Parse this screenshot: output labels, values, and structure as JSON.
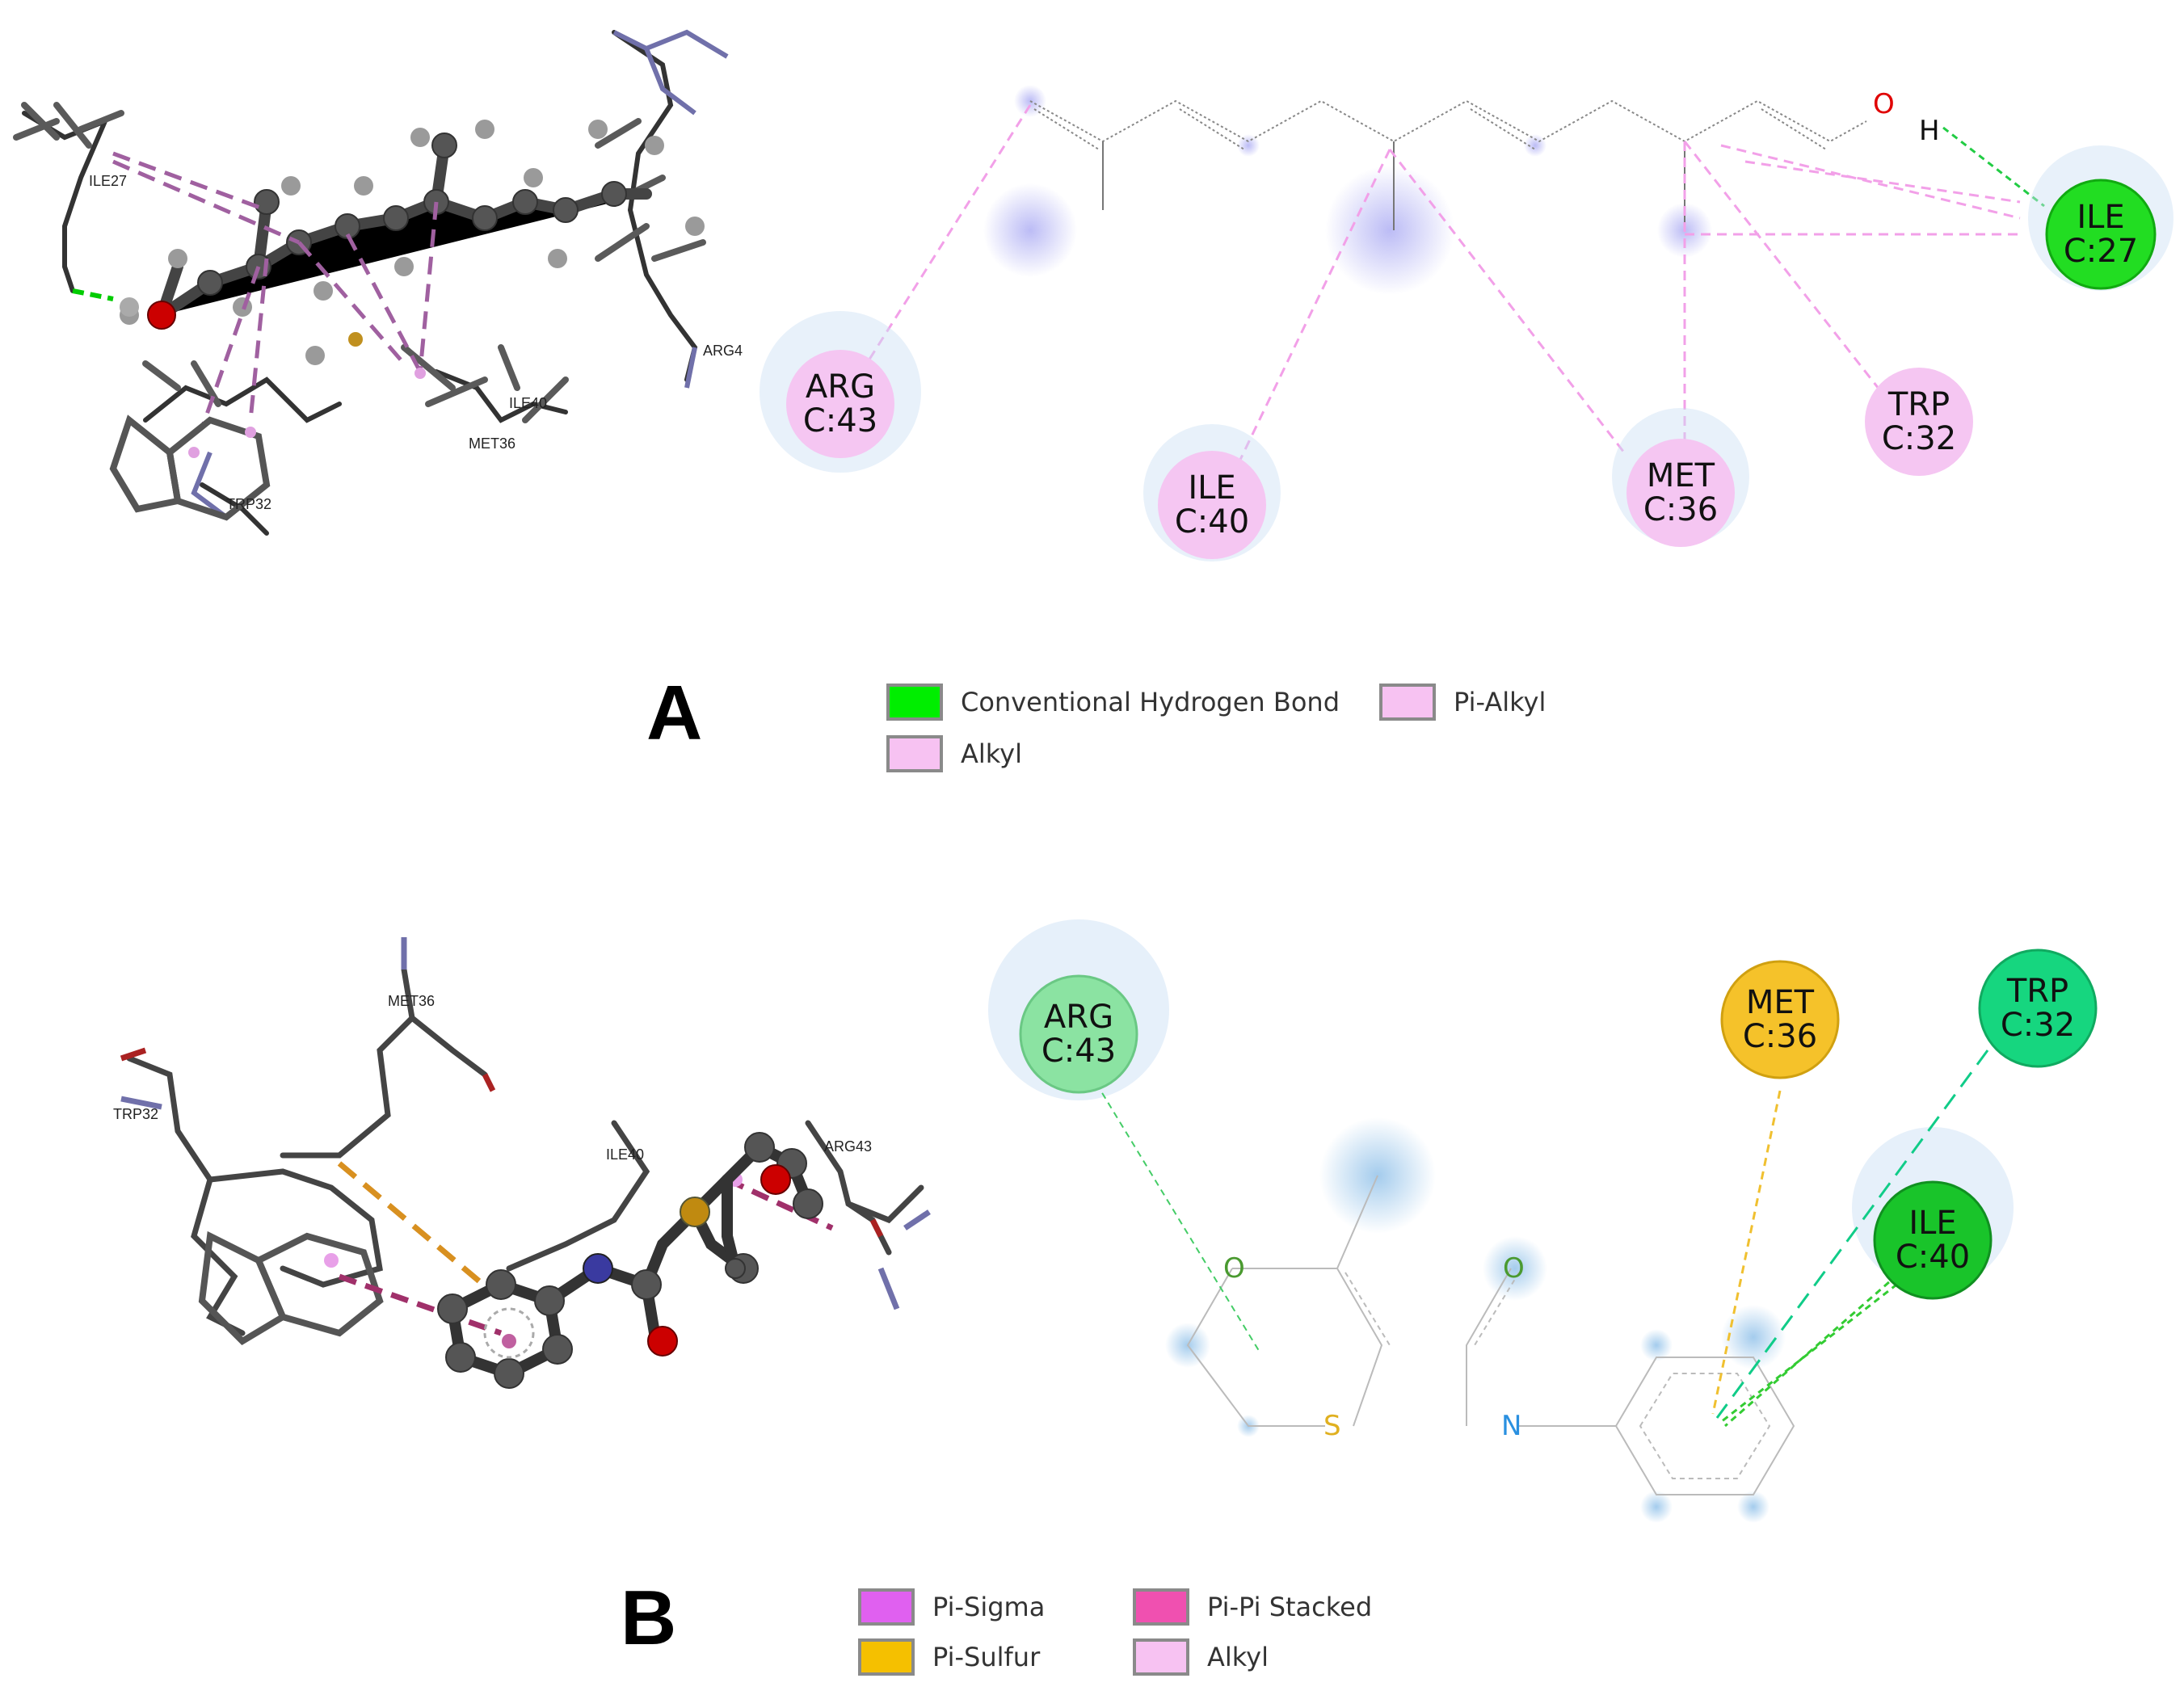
{
  "panel_a": {
    "letter": "A",
    "residues": [
      {
        "id": "ARG",
        "num": "C:43",
        "color": "#f5c6f2"
      },
      {
        "id": "ILE",
        "num": "C:40",
        "color": "#f5c6f2"
      },
      {
        "id": "MET",
        "num": "C:36",
        "color": "#f5c6f2"
      },
      {
        "id": "TRP",
        "num": "C:32",
        "color": "#f5c6f2"
      },
      {
        "id": "ILE",
        "num": "C:27",
        "color": "#22dd22"
      }
    ],
    "atoms": {
      "oxygen": "O",
      "hydrogen": "H"
    },
    "labels_3d": {
      "ile27": "ILE27",
      "arg4": "ARG4",
      "ile40": "ILE40",
      "met36": "MET36",
      "trp32": "TRP32"
    },
    "legend": [
      {
        "label": "Conventional Hydrogen Bond",
        "color": "#00ee00"
      },
      {
        "label": "Pi-Alkyl",
        "color": "#f7c2f2"
      },
      {
        "label": "Alkyl",
        "color": "#f7c2f2"
      }
    ]
  },
  "panel_b": {
    "letter": "B",
    "residues": [
      {
        "id": "ARG",
        "num": "C:43",
        "color": "#8be3a2"
      },
      {
        "id": "MET",
        "num": "C:36",
        "color": "#f5c22a"
      },
      {
        "id": "TRP",
        "num": "C:32",
        "color": "#16d67f"
      },
      {
        "id": "ILE",
        "num": "C:40",
        "color": "#19c42a"
      }
    ],
    "atoms": {
      "oxygen_ring": "O",
      "oxygen_carbonyl": "O",
      "sulfur": "S",
      "nitrogen": "N"
    },
    "labels_3d": {
      "met36": "MET36",
      "trp32": "TRP32",
      "ile40": "ILE40",
      "arg43": "ARG43"
    },
    "legend": [
      {
        "label": "Pi-Sigma",
        "color": "#e060f0"
      },
      {
        "label": "Pi-Pi Stacked",
        "color": "#f050b0"
      },
      {
        "label": "Pi-Sulfur",
        "color": "#f5c000"
      },
      {
        "label": "Alkyl",
        "color": "#f7c2f2"
      }
    ]
  }
}
